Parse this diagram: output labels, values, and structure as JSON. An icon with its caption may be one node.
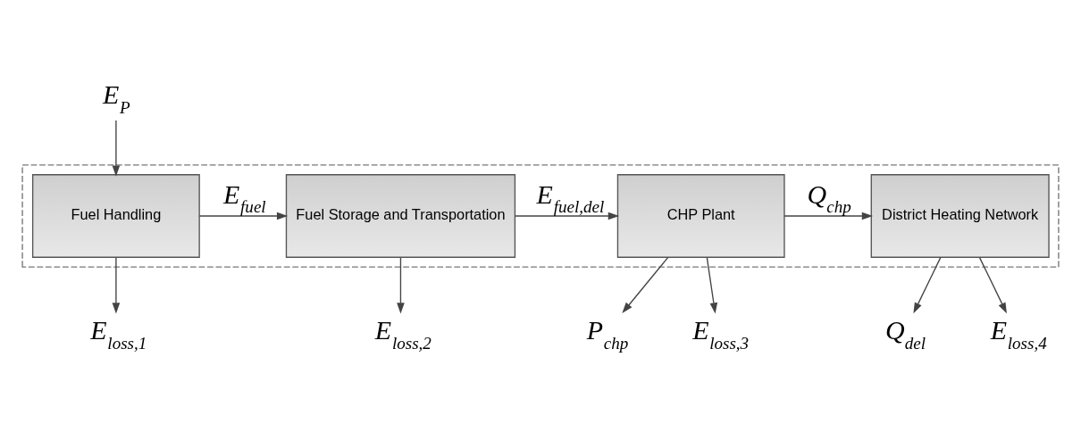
{
  "diagram": {
    "nodes": [
      {
        "text": [],
        "shape": "box"
      },
      {
        "text": [
          "Fuel Handling"
        ],
        "in": 0
      },
      {
        "text": [
          "Fuel Storage and Transportation"
        ],
        "in": 0
      },
      {
        "text": [
          "CHP Plant"
        ],
        "in": 0
      },
      {
        "text": [
          "District Heating Network"
        ],
        "in": 0
      },
      {
        "text": [
          "E$_{P}$"
        ]
      },
      {
        "text": [
          "P$_{chp}$"
        ]
      },
      {
        "text": [
          "Q$_{del}$"
        ]
      },
      {
        "text": [
          "E$_{loss,1}$"
        ]
      },
      {
        "text": [
          "E$_{loss,2}$"
        ]
      },
      {
        "text": [
          "E$_{loss,3}$"
        ]
      },
      {
        "text": [
          "E$_{loss,4}$"
        ]
      }
    ],
    "edges": [
      {
        "from": 5,
        "to": 1,
        "arrow": "to"
      },
      {
        "from": 1,
        "to": 2,
        "arrow": "to",
        "label": "E$_{fuel}$"
      },
      {
        "from": 2,
        "to": 3,
        "arrow": "to",
        "label": "E$_{fuel,del}$"
      },
      {
        "from": 3,
        "to": 4,
        "arrow": "to",
        "label": "Q$_{chp}$"
      },
      {
        "from": 3,
        "to": 6,
        "arrow": "to"
      },
      {
        "from": 4,
        "to": 7,
        "arrow": "to"
      },
      {
        "from": 1,
        "to": 8,
        "arrow": "to"
      },
      {
        "from": 2,
        "to": 9,
        "arrow": "to"
      },
      {
        "from": 3,
        "to": 10,
        "arrow": "to"
      },
      {
        "from": 4,
        "to": 11,
        "arrow": "to"
      }
    ]
  }
}
